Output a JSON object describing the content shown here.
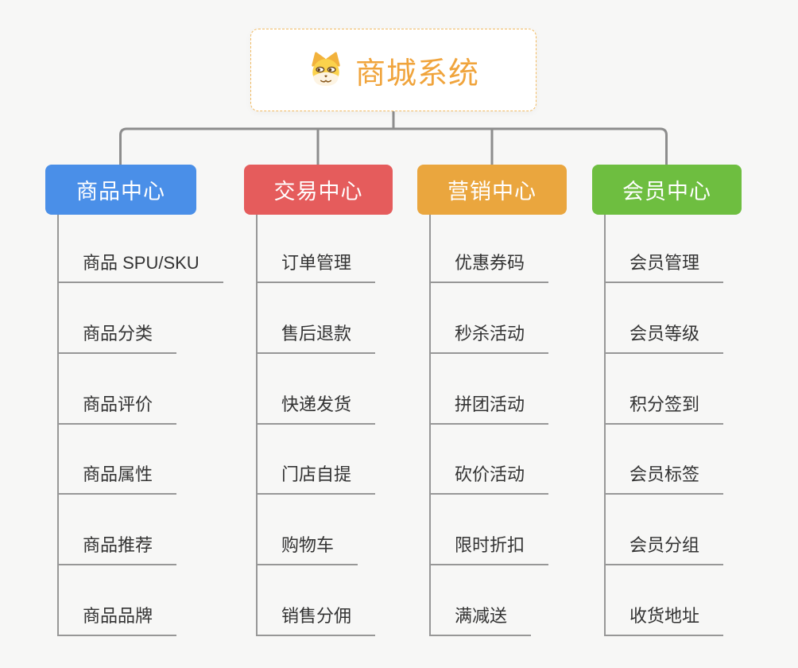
{
  "app": {
    "type": "mindmap-org-chart",
    "background_color": "#f7f7f6",
    "connector_color": "#8d8d8d",
    "subline_color": "#979797",
    "subtopic_text_color": "#333333"
  },
  "root": {
    "title": "商城系统",
    "icon": "doge-dog-face-icon",
    "text_color": "#f0a43c",
    "border_color": "#f2bb62"
  },
  "branches": [
    {
      "label": "商品中心",
      "color": "#4a8fe8",
      "children": [
        "商品 SPU/SKU",
        "商品分类",
        "商品评价",
        "商品属性",
        "商品推荐",
        "商品品牌"
      ]
    },
    {
      "label": "交易中心",
      "color": "#e55c5c",
      "children": [
        "订单管理",
        "售后退款",
        "快递发货",
        "门店自提",
        "购物车",
        "销售分佣"
      ]
    },
    {
      "label": "营销中心",
      "color": "#eaa63e",
      "children": [
        "优惠券码",
        "秒杀活动",
        "拼团活动",
        "砍价活动",
        "限时折扣",
        "满减送"
      ]
    },
    {
      "label": "会员中心",
      "color": "#6ebe40",
      "children": [
        "会员管理",
        "会员等级",
        "积分签到",
        "会员标签",
        "会员分组",
        "收货地址"
      ]
    }
  ]
}
